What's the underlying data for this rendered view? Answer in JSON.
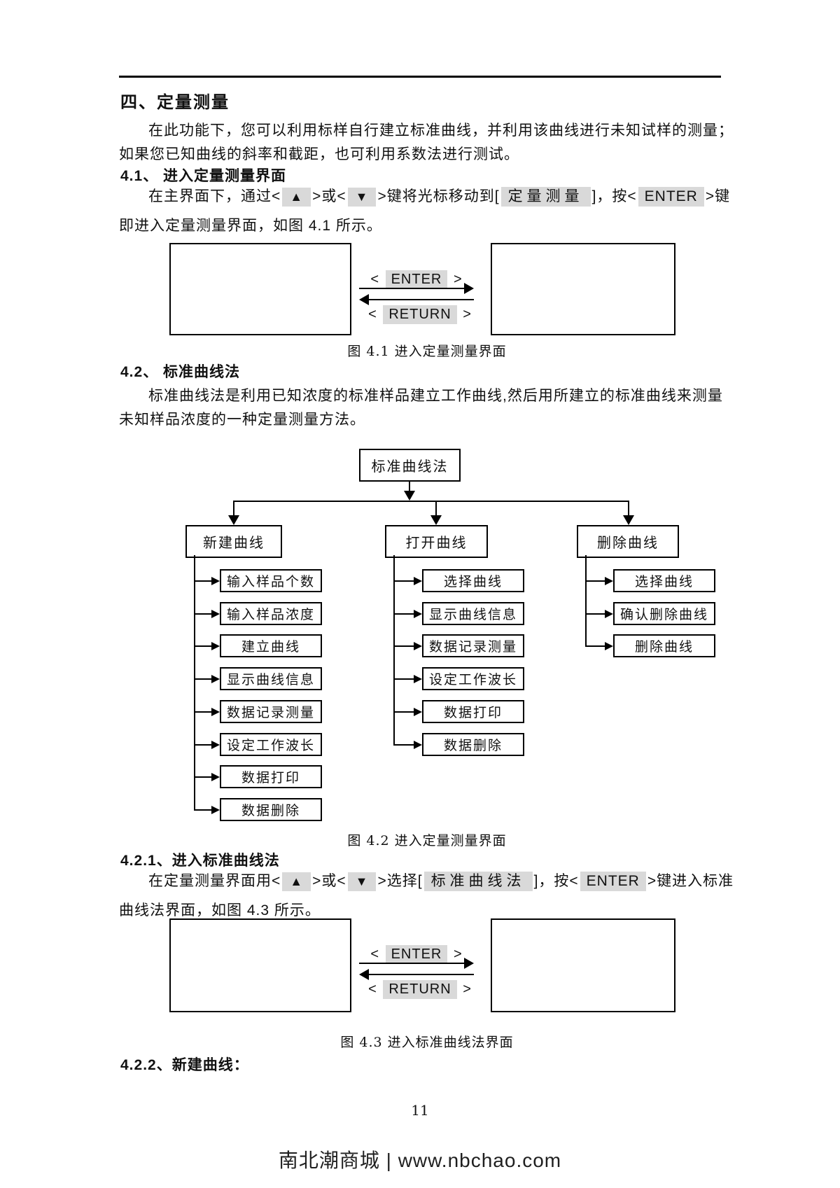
{
  "headings": {
    "h1": "四、定量测量",
    "h41": "4.1、 进入定量测量界面",
    "h42": "4.2、 标准曲线法",
    "h421": "4.2.1、进入标准曲线法",
    "h422": "4.2.2、新建曲线："
  },
  "intro": {
    "l1": "在此功能下，您可以利用标样自行建立标准曲线，并利用该曲线进行未知试样的测量；",
    "l2": "如果您已知曲线的斜率和截距，也可利用系数法进行测试。"
  },
  "para41": {
    "t1": "在主界面下，通过<",
    "up": "▲",
    "t2": ">或<",
    "down": "▼",
    "t3": ">键将光标移动到[",
    "target": "定量测量",
    "t4": "]，按<",
    "enter": "ENTER",
    "t5": ">键",
    "l2": "即进入定量测量界面，如图 4.1 所示。"
  },
  "para42": {
    "l1": "标准曲线法是利用已知浓度的标准样品建立工作曲线,然后用所建立的标准曲线来测量",
    "l2": "未知样品浓度的一种定量测量方法。"
  },
  "para421": {
    "t1": "在定量测量界面用<",
    "up": "▲",
    "t2": ">或<",
    "down": "▼",
    "t3": ">选择[",
    "target": "标准曲线法",
    "t4": "]，按<",
    "enter": "ENTER",
    "t5": ">键进入标准",
    "l2": "曲线法界面，如图 4.3 所示。"
  },
  "fig41": {
    "open_angle": "<",
    "close_angle": ">",
    "enter": "ENTER",
    "return": "RETURN",
    "caption": "图 4.1  进入定量测量界面"
  },
  "fig42": {
    "caption": "图 4.2  进入定量测量界面"
  },
  "fig43": {
    "open_angle": "<",
    "close_angle": ">",
    "enter": "ENTER",
    "return": "RETURN",
    "caption": "图 4.3  进入标准曲线法界面"
  },
  "flowchart": {
    "root": "标准曲线法",
    "columns": [
      {
        "header": "新建曲线",
        "items": [
          "输入样品个数",
          "输入样品浓度",
          "建立曲线",
          "显示曲线信息",
          "数据记录测量",
          "设定工作波长",
          "数据打印",
          "数据删除"
        ]
      },
      {
        "header": "打开曲线",
        "items": [
          "选择曲线",
          "显示曲线信息",
          "数据记录测量",
          "设定工作波长",
          "数据打印",
          "数据删除"
        ]
      },
      {
        "header": "删除曲线",
        "items": [
          "选择曲线",
          "确认删除曲线",
          "删除曲线"
        ]
      }
    ]
  },
  "footer": {
    "page_number": "11",
    "site": "南北潮商城 | www.nbchao.com"
  },
  "colors": {
    "chip_bg": "#d9d9d9",
    "text": "#111111",
    "line": "#000000"
  }
}
